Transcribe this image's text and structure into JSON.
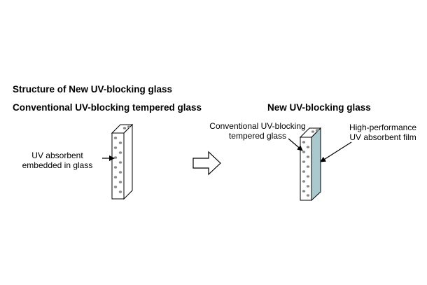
{
  "title": "Structure of New UV-blocking glass",
  "left_panel": {
    "heading": "Conventional UV-blocking tempered glass",
    "label_line1": "UV absorbent",
    "label_line2": "embedded in glass"
  },
  "right_panel": {
    "heading": "New UV-blocking glass",
    "glass_label_line1": "Conventional UV-blocking",
    "glass_label_line2": "tempered glass",
    "film_label_line1": "High-performance",
    "film_label_line2": "UV absorbent film"
  },
  "colors": {
    "film": "#a9c9cf",
    "glass_face": "#ffffff",
    "outline": "#000000",
    "dots": "#8c8c8c"
  }
}
